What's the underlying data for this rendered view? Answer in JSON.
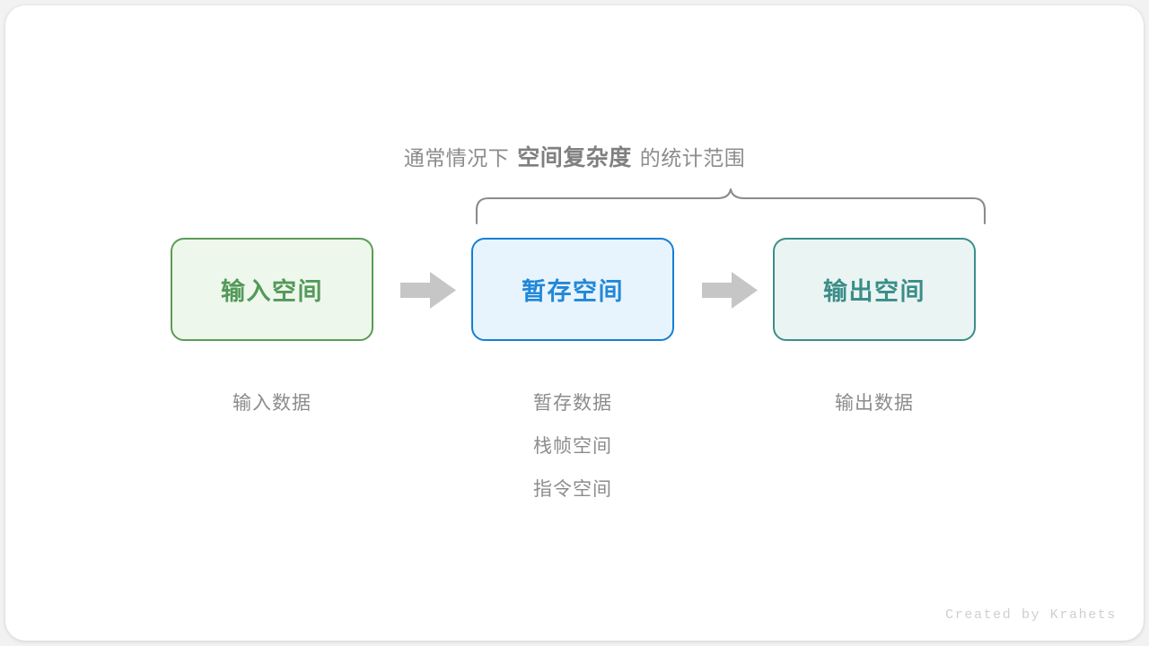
{
  "diagram": {
    "title_prefix": "通常情况下",
    "title_emphasis": "空间复杂度",
    "title_suffix": "的统计范围",
    "brace_label": "scope-brace",
    "boxes": [
      {
        "label": "输入空间",
        "fill": "#eef7ec",
        "border": "#5b9c55",
        "text_color": "#53995a"
      },
      {
        "label": "暂存空间",
        "fill": "#e8f4fd",
        "border": "#1380d6",
        "text_color": "#2288d8"
      },
      {
        "label": "输出空间",
        "fill": "#eaf5f3",
        "border": "#3c8e89",
        "text_color": "#3b8d88"
      }
    ],
    "arrows": [
      {
        "name": "arrow-input-to-temp",
        "color": "#c6c6c6"
      },
      {
        "name": "arrow-temp-to-output",
        "color": "#c6c6c6"
      }
    ],
    "captions": [
      {
        "lines": [
          "输入数据"
        ]
      },
      {
        "lines": [
          "暂存数据",
          "栈帧空间",
          "指令空间"
        ]
      },
      {
        "lines": [
          "输出数据"
        ]
      }
    ],
    "caption_color": "#8c8c8c",
    "brace_color": "#8c8c8c"
  },
  "footer": {
    "credit": "Created by Krahets"
  }
}
